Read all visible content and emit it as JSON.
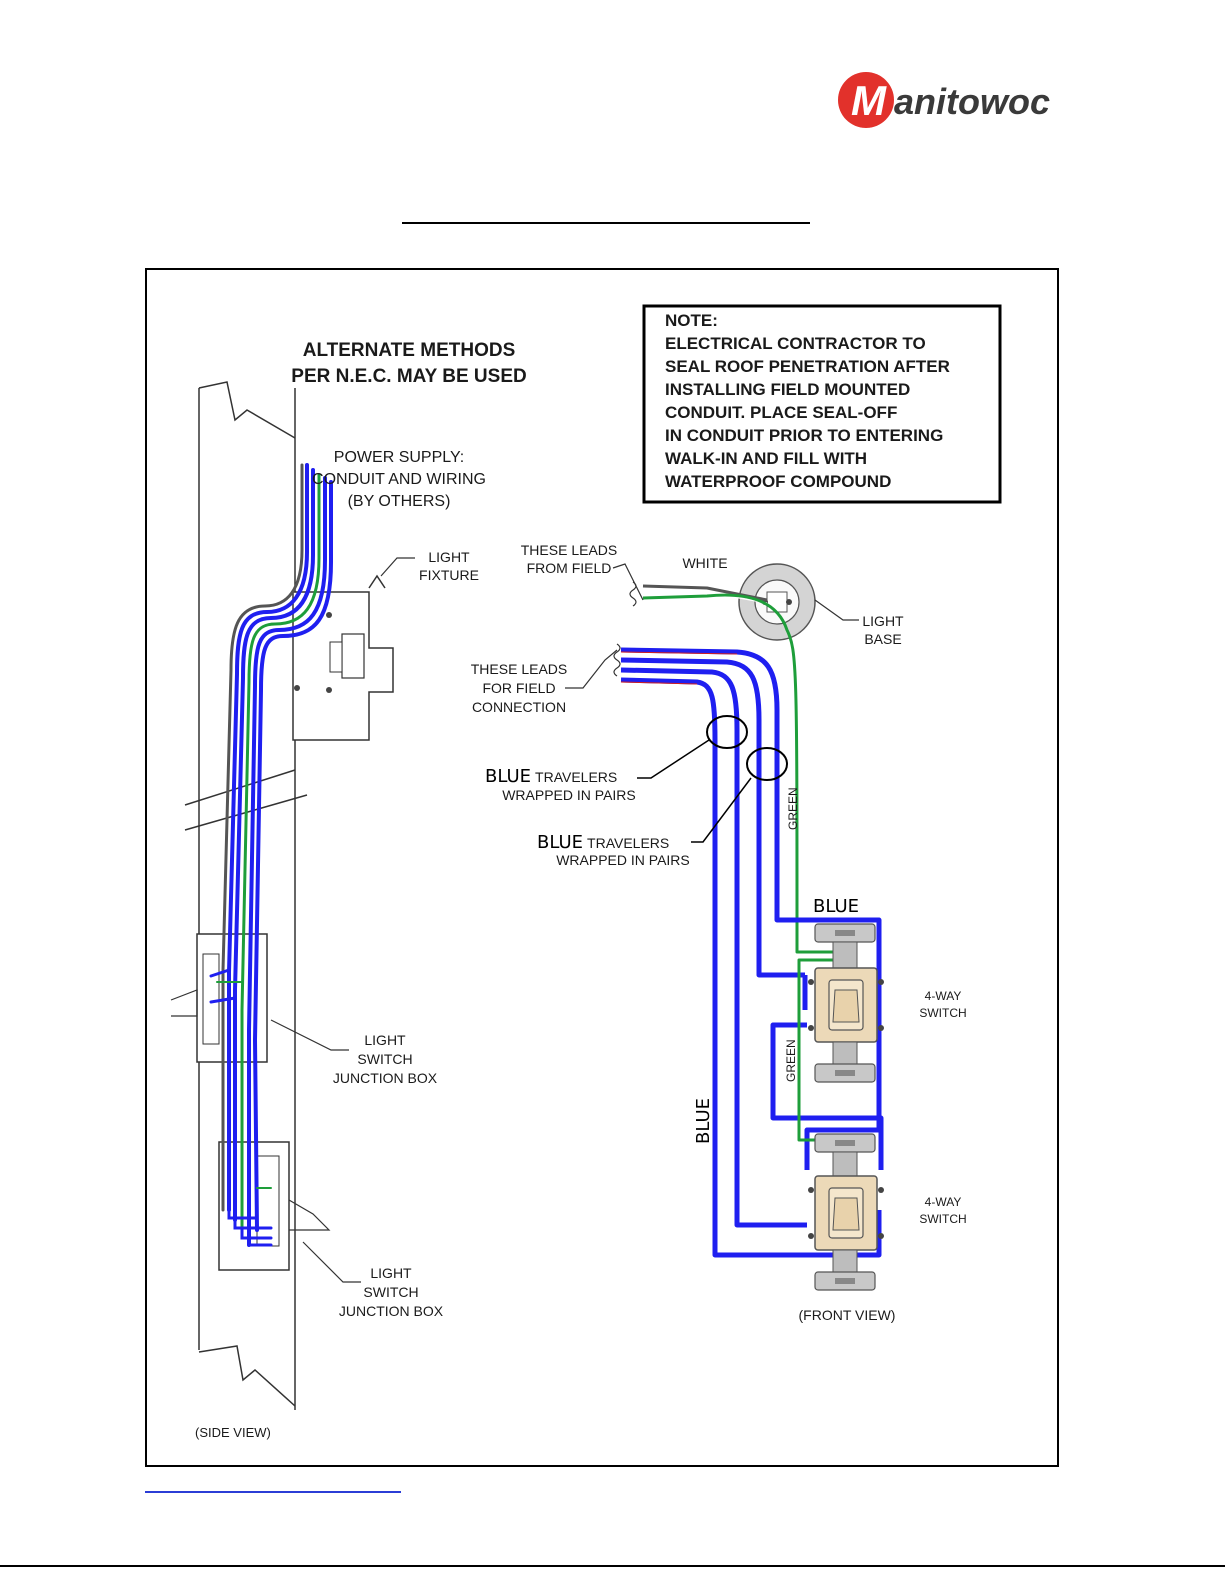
{
  "brand": {
    "name": "anitowoc",
    "initial": "M",
    "color": "#e2312b",
    "text_color": "#3a3a3a"
  },
  "wire_colors": {
    "blue": "#1f1ff0",
    "green": "#1e9e3a",
    "red": "#d21f1f",
    "white": "#ffffff",
    "gray": "#555555"
  },
  "diagram": {
    "heading": [
      "ALTERNATE METHODS",
      "PER N.E.C. MAY BE USED"
    ],
    "note": [
      "NOTE:",
      "ELECTRICAL CONTRACTOR TO",
      "SEAL ROOF PENETRATION AFTER",
      "INSTALLING FIELD MOUNTED",
      "CONDUIT.  PLACE SEAL-OFF",
      "IN CONDUIT PRIOR TO ENTERING",
      "WALK-IN AND FILL WITH",
      "WATERPROOF COMPOUND"
    ],
    "power_supply": [
      "POWER SUPPLY:",
      "CONDUIT AND WIRING",
      "(BY OTHERS)"
    ],
    "light_fixture": [
      "LIGHT",
      "FIXTURE"
    ],
    "junction_box_1": [
      "LIGHT",
      "SWITCH",
      "JUNCTION BOX"
    ],
    "junction_box_2": [
      "LIGHT",
      "SWITCH",
      "JUNCTION BOX"
    ],
    "side_view": "(SIDE VIEW)",
    "leads_from_field": [
      "THESE LEADS",
      "FROM FIELD"
    ],
    "white": "WHITE",
    "light_base": [
      "LIGHT",
      "BASE"
    ],
    "leads_for_field": [
      "THESE LEADS",
      "FOR FIELD",
      "CONNECTION"
    ],
    "travelers_1": {
      "blue": "BLUE",
      "rest": "TRAVELERS",
      "line2": "WRAPPED IN PAIRS"
    },
    "travelers_2": {
      "blue": "BLUE",
      "rest": "TRAVELERS",
      "line2": "WRAPPED IN PAIRS"
    },
    "green_label_1": "GREEN",
    "green_label_2": "GREEN",
    "blue_label_top": "BLUE",
    "blue_label_left": "BLUE",
    "switch_1": [
      "4-WAY",
      "SWITCH"
    ],
    "switch_2": [
      "4-WAY",
      "SWITCH"
    ],
    "front_view": "(FRONT VIEW)"
  }
}
